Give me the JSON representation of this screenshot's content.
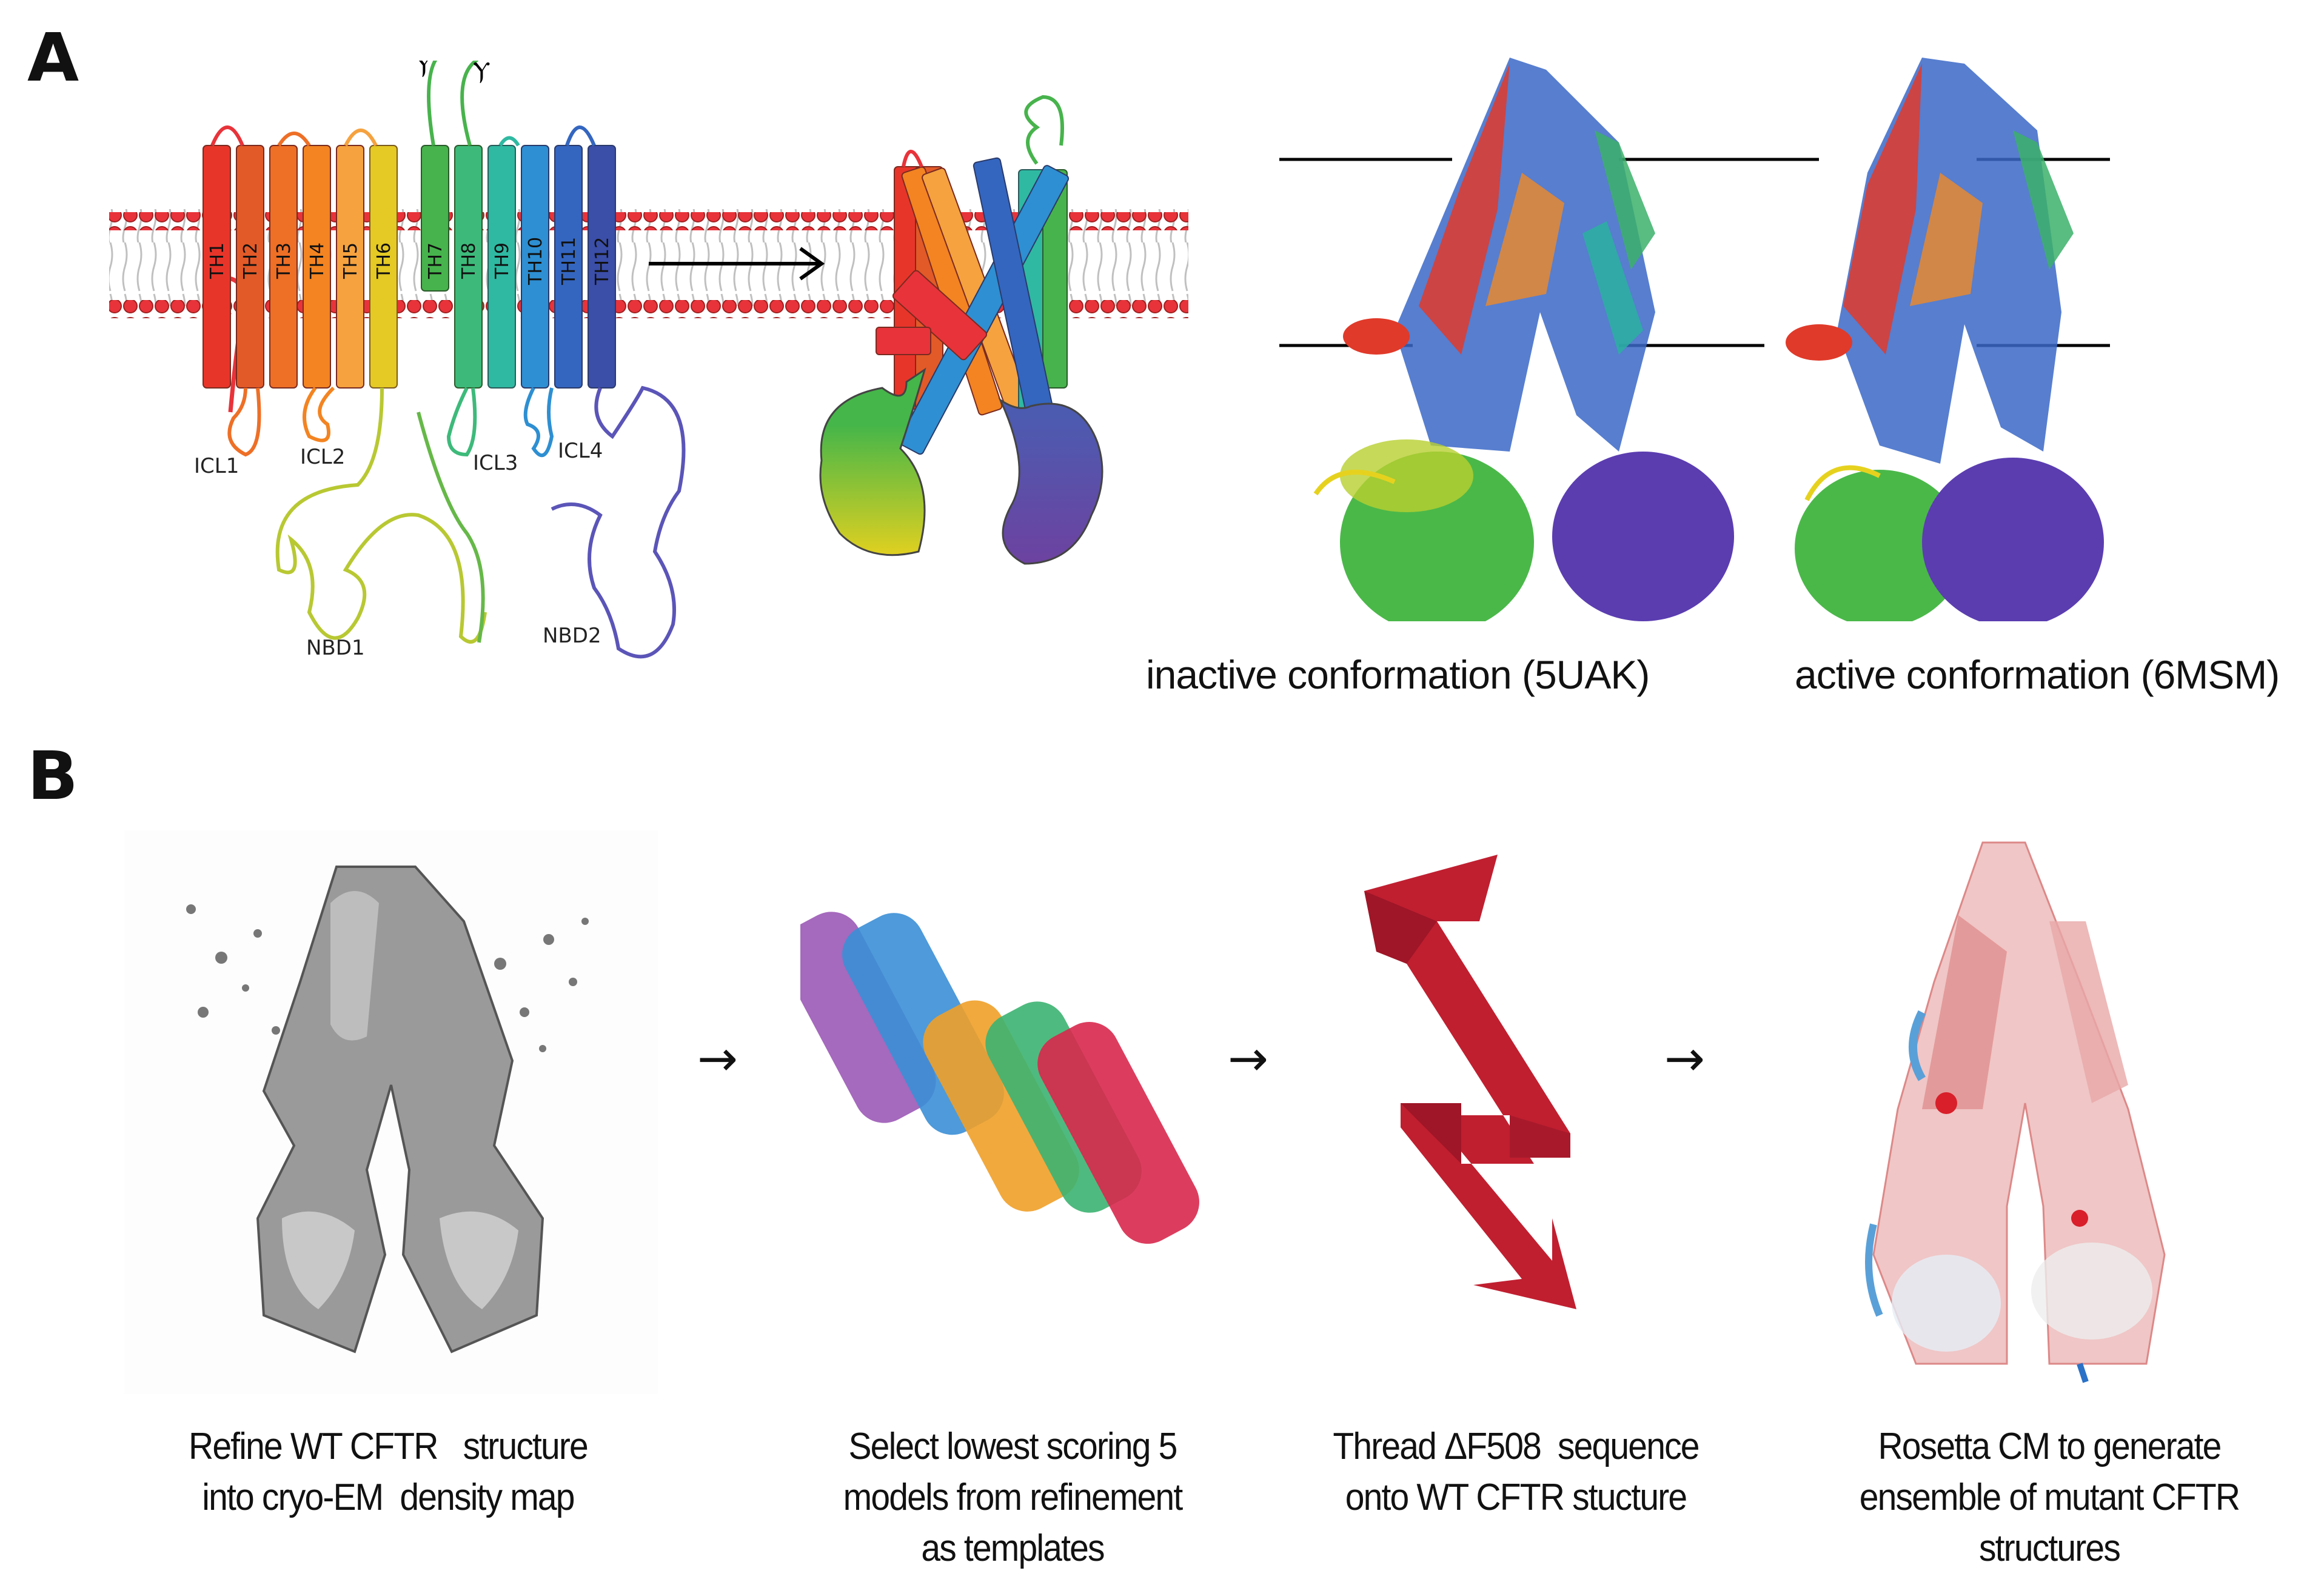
{
  "panel_a": {
    "letter": "A",
    "helices": [
      {
        "label": "TH1",
        "color": "#e8352a"
      },
      {
        "label": "TH2",
        "color": "#e25a28"
      },
      {
        "label": "TH3",
        "color": "#ee6f26"
      },
      {
        "label": "TH4",
        "color": "#f38421"
      },
      {
        "label": "TH5",
        "color": "#f5a23f"
      },
      {
        "label": "TH6",
        "color": "#e5c924"
      },
      {
        "label": "TH7",
        "color": "#47b34c"
      },
      {
        "label": "TH8",
        "color": "#3dba7a"
      },
      {
        "label": "TH9",
        "color": "#2fb9a2"
      },
      {
        "label": "TH10",
        "color": "#2e8fd2"
      },
      {
        "label": "TH11",
        "color": "#3466c0"
      },
      {
        "label": "TH12",
        "color": "#3b4ea8"
      }
    ],
    "loop_labels": {
      "icl1": "ICL1",
      "icl2": "ICL2",
      "icl3": "ICL3",
      "icl4": "ICL4",
      "nbd1": "NBD1",
      "nbd2": "NBD2"
    },
    "structures": {
      "inactive_caption": "inactive conformation (5UAK)",
      "active_caption": "active conformation (6MSM)"
    },
    "colors": {
      "membrane_head": "#e8333a",
      "lipid_tail": "#b5b5b5",
      "nbd1_top": "#45b649",
      "nbd1_bottom": "#e0d020",
      "nbd2_top": "#4c5bb0",
      "nbd2_bottom": "#6d42a0"
    }
  },
  "panel_b": {
    "letter": "B",
    "arrow_glyph": "→",
    "steps": [
      {
        "caption": "Refine WT CFTR   structure\ninto cryo-EM  density map"
      },
      {
        "caption": "Select lowest scoring 5\nmodels from refinement\nas templates"
      },
      {
        "caption": "Thread ΔF508  sequence\nonto WT CFTR stucture"
      },
      {
        "caption": "Rosetta CM to generate\nensemble of mutant CFTR\nstructures"
      }
    ],
    "model_colors": [
      "#9b59b6",
      "#3b8fd6",
      "#f0a028",
      "#3cb371",
      "#d8284c"
    ],
    "ribbon_color": "#c01f30"
  }
}
